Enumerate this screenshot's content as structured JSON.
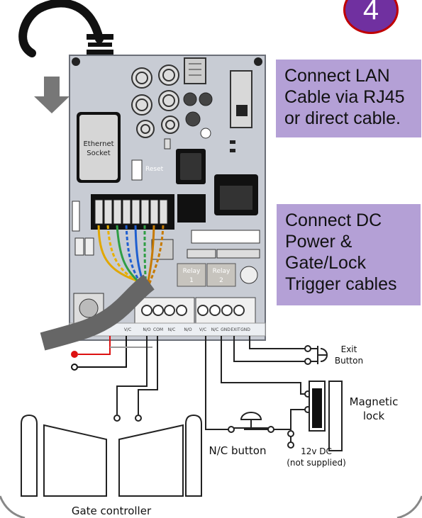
{
  "step_number": "4",
  "callouts": {
    "lan": [
      "Connect LAN",
      "Cable via RJ45",
      "or direct cable."
    ],
    "power": [
      "Connect DC",
      "Power &",
      "Gate/Lock",
      "Trigger cables"
    ]
  },
  "board": {
    "ethernet_socket": [
      "Ethernet",
      "Socket"
    ],
    "reset": "Reset",
    "relay1": [
      "Relay",
      "1"
    ],
    "relay2": [
      "Relay",
      "2"
    ],
    "terminals": [
      "V/C",
      "N/O",
      "COM",
      "N/C",
      "N/O",
      "V/C",
      "N/C",
      "GND",
      "EXIT",
      "GND"
    ]
  },
  "labels": {
    "exit_button": [
      "Exit",
      "Button"
    ],
    "magnetic_lock": [
      "Magnetic",
      "lock"
    ],
    "nc_button": "N/C button",
    "power_supply": [
      "12v DC",
      "(not supplied)"
    ],
    "gate_controller": "Gate controller"
  },
  "colors": {
    "callout_bg": "#b4a0d6",
    "badge_bg": "#7030a0",
    "board": "#c8ccd4"
  }
}
